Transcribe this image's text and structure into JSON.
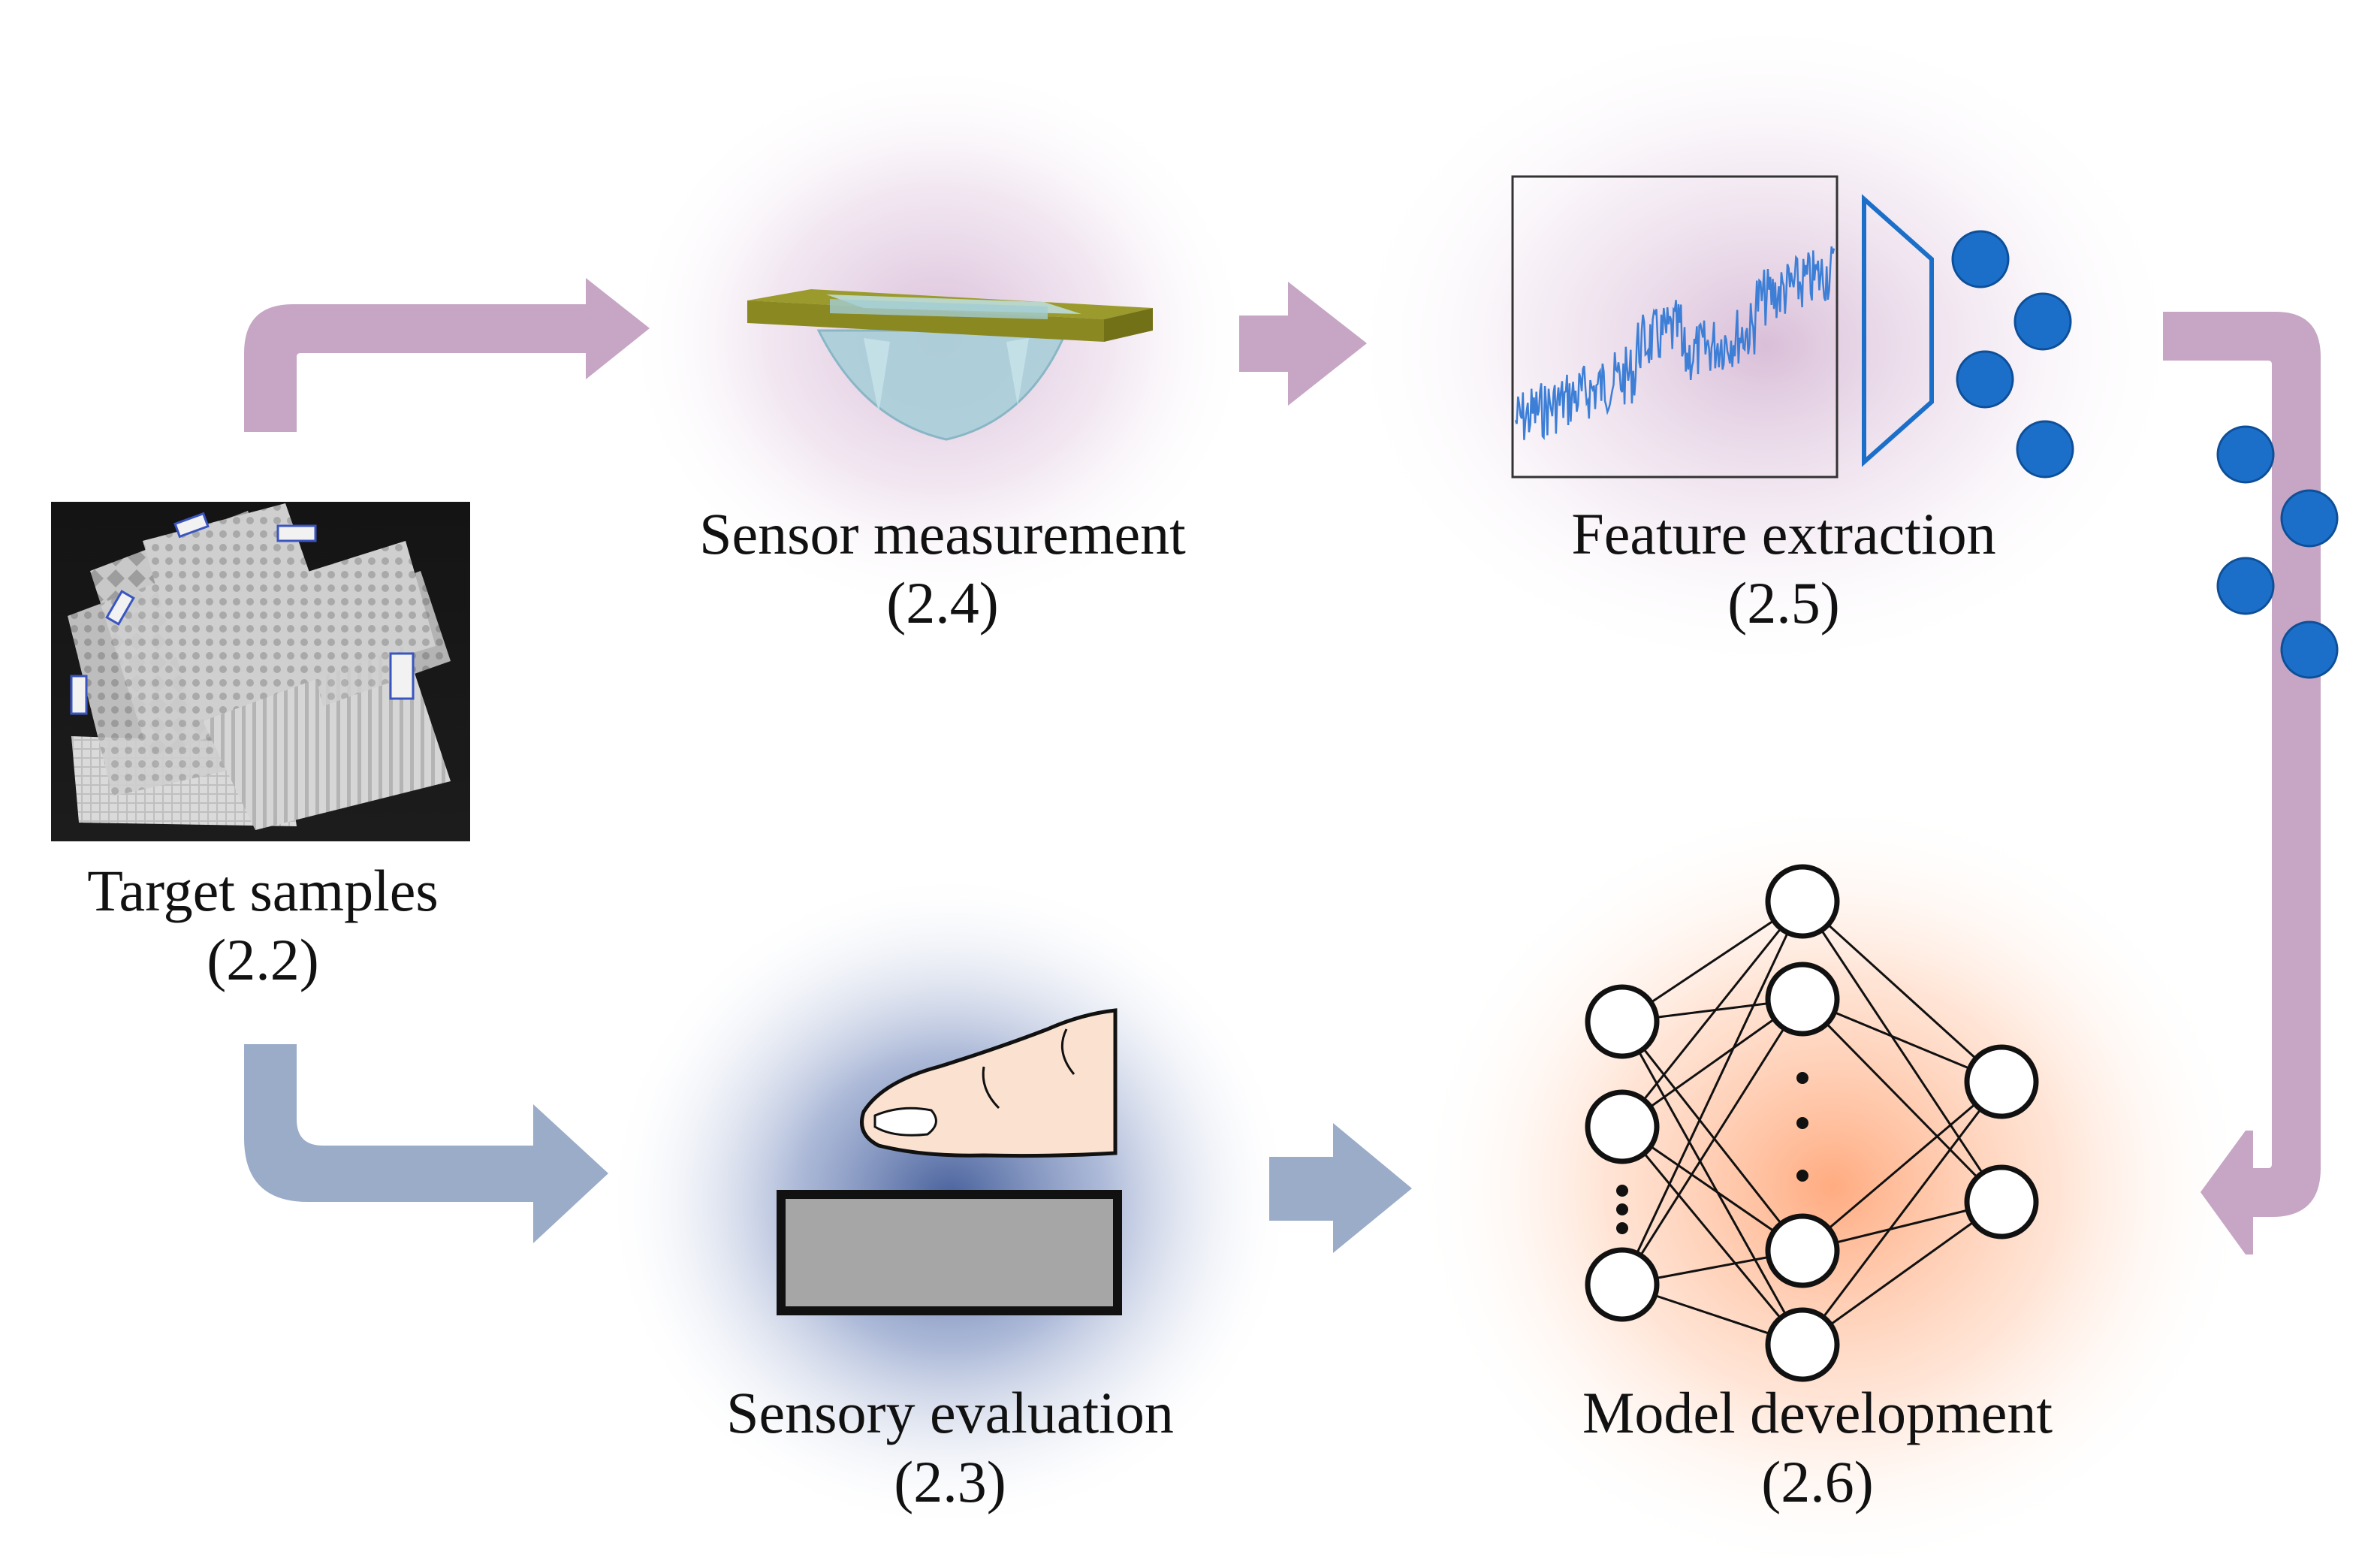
{
  "stages": {
    "target": {
      "title": "Target samples",
      "ref": "(2.2)"
    },
    "sensory": {
      "title": "Sensory evaluation",
      "ref": "(2.3)"
    },
    "sensor": {
      "title": "Sensor measurement",
      "ref": "(2.4)"
    },
    "feature": {
      "title": "Feature extraction",
      "ref": "(2.5)"
    },
    "model": {
      "title": "Model development",
      "ref": "(2.6)"
    }
  },
  "colors": {
    "upper_arrow": "#c6a6c4",
    "lower_arrow": "#9aacc8",
    "feature_dot": "#1c6fc9",
    "signal": "#3d7fd6",
    "sensor_glow": "#d9bfd8",
    "sensory_glow": "#8fa3cc",
    "model_glow": "#ffb48a"
  },
  "icons": {
    "photo": "sample-sheets-photo",
    "sensor": "tactile-sensor-icon",
    "finger": "finger-icon",
    "network": "neural-network-icon"
  }
}
